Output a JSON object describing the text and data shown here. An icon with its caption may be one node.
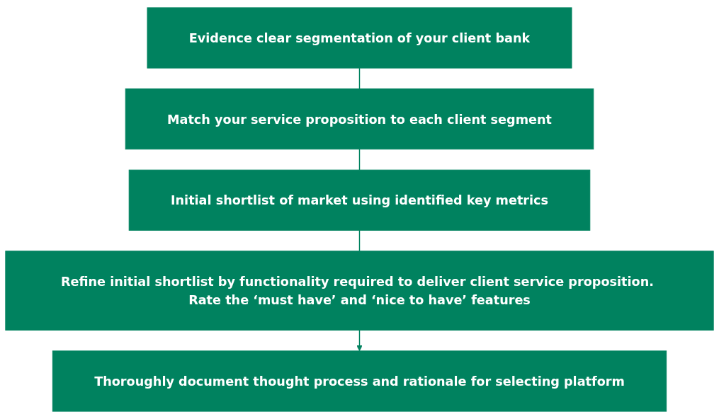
{
  "diagram": {
    "nodes": [
      {
        "text": [
          "Evidence clear segmentation of your client bank"
        ]
      },
      {
        "text": [
          "Match your service proposition to each client segment"
        ]
      },
      {
        "text": [
          "Initial shortlist of market using identified key metrics"
        ]
      },
      {
        "text": [
          "Refine initial shortlist by functionality required to deliver client service proposition. Rate the ‘must have’ and ‘nice to have’ features"
        ]
      },
      {
        "text": [
          "Thoroughly document thought process and rationale for selecting platform"
        ]
      }
    ],
    "edges": [
      {
        "from": 0,
        "to": 1,
        "arrow": "none"
      },
      {
        "from": 1,
        "to": 2,
        "arrow": "none"
      },
      {
        "from": 2,
        "to": 3,
        "arrow": "none"
      },
      {
        "from": 3,
        "to": 4,
        "arrow": "to"
      }
    ]
  }
}
